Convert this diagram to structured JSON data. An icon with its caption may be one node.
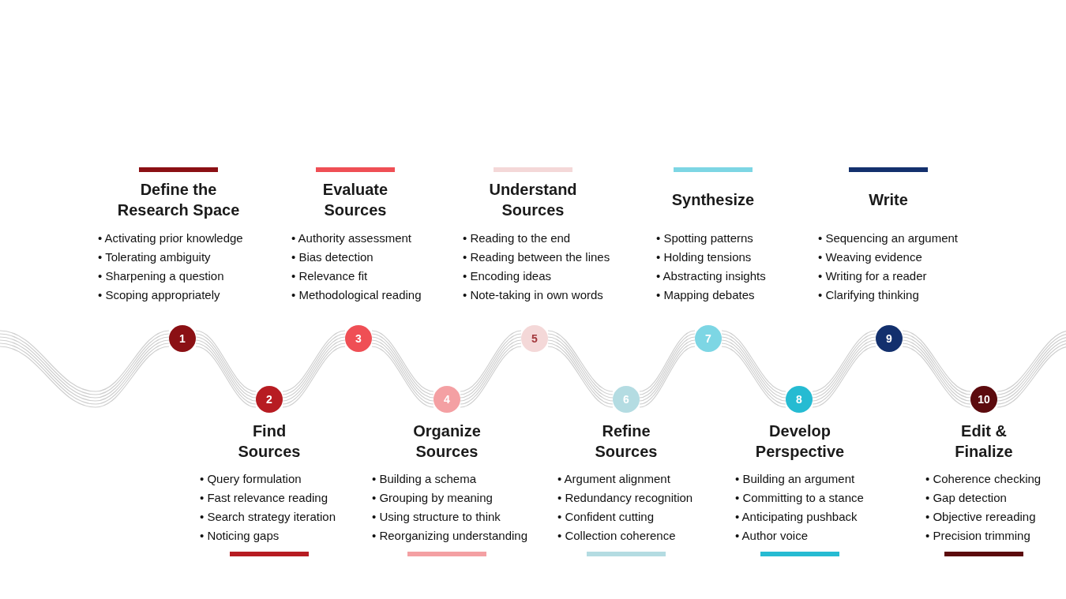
{
  "diagram": {
    "nodes": [
      {
        "text": [
          "1"
        ],
        "beside": [
          "Define the Research Space",
          "• Activating prior knowledge",
          "• Tolerating ambiguity",
          "• Sharpening a question",
          "• Scoping appropriately"
        ]
      },
      {
        "text": [
          "2"
        ],
        "beside": [
          "Find Sources",
          "• Query formulation",
          "• Fast relevance reading",
          "• Search strategy iteration",
          "• Noticing gaps"
        ]
      },
      {
        "text": [
          "3"
        ],
        "beside": [
          "Evaluate Sources",
          "• Authority assessment",
          "• Bias detection",
          "• Relevance fit",
          "• Methodological reading"
        ]
      },
      {
        "text": [
          "4"
        ],
        "beside": [
          "Organize Sources",
          "• Building a schema",
          "• Grouping by meaning",
          "• Using structure to think",
          "• Reorganizing understanding"
        ]
      },
      {
        "text": [
          "5"
        ],
        "beside": [
          "Understand Sources",
          "• Reading to the end",
          "• Reading between the lines",
          "• Encoding ideas",
          "• Note-taking in own words"
        ]
      },
      {
        "text": [
          "6"
        ],
        "beside": [
          "Refine Sources",
          "• Argument alignment",
          "• Redundancy recognition",
          "• Confident cutting",
          "• Collection coherence"
        ]
      },
      {
        "text": [
          "7"
        ],
        "beside": [
          "Synthesize",
          "• Spotting patterns",
          "• Holding tensions",
          "• Abstracting insights",
          "• Mapping debates"
        ]
      },
      {
        "text": [
          "8"
        ],
        "beside": [
          "Develop Perspective",
          "• Building an argument",
          "• Committing to a stance",
          "• Anticipating pushback",
          "• Author voice"
        ]
      },
      {
        "text": [
          "9"
        ],
        "beside": [
          "Write",
          "• Sequencing an argument",
          "• Weaving evidence",
          "• Writing for a reader",
          "• Clarifying thinking"
        ]
      },
      {
        "text": [
          "10"
        ],
        "beside": [
          "Edit & Finalize",
          "• Coherence checking",
          "• Gap detection",
          "• Objective rereading",
          "• Precision trimming"
        ]
      }
    ],
    "edges": [
      {
        "from": null,
        "to": 0,
        "arrow": "none"
      },
      {
        "from": 0,
        "to": 1,
        "arrow": "none"
      },
      {
        "from": 1,
        "to": 2,
        "arrow": "none"
      },
      {
        "from": 2,
        "to": 3,
        "arrow": "none"
      },
      {
        "from": 3,
        "to": 4,
        "arrow": "none"
      },
      {
        "from": 4,
        "to": 5,
        "arrow": "none"
      },
      {
        "from": 5,
        "to": 6,
        "arrow": "none"
      },
      {
        "from": 6,
        "to": 7,
        "arrow": "none"
      },
      {
        "from": 7,
        "to": 8,
        "arrow": "none"
      },
      {
        "from": 8,
        "to": 9,
        "arrow": "none"
      },
      {
        "from": 9,
        "to": null,
        "arrow": "none"
      }
    ]
  }
}
